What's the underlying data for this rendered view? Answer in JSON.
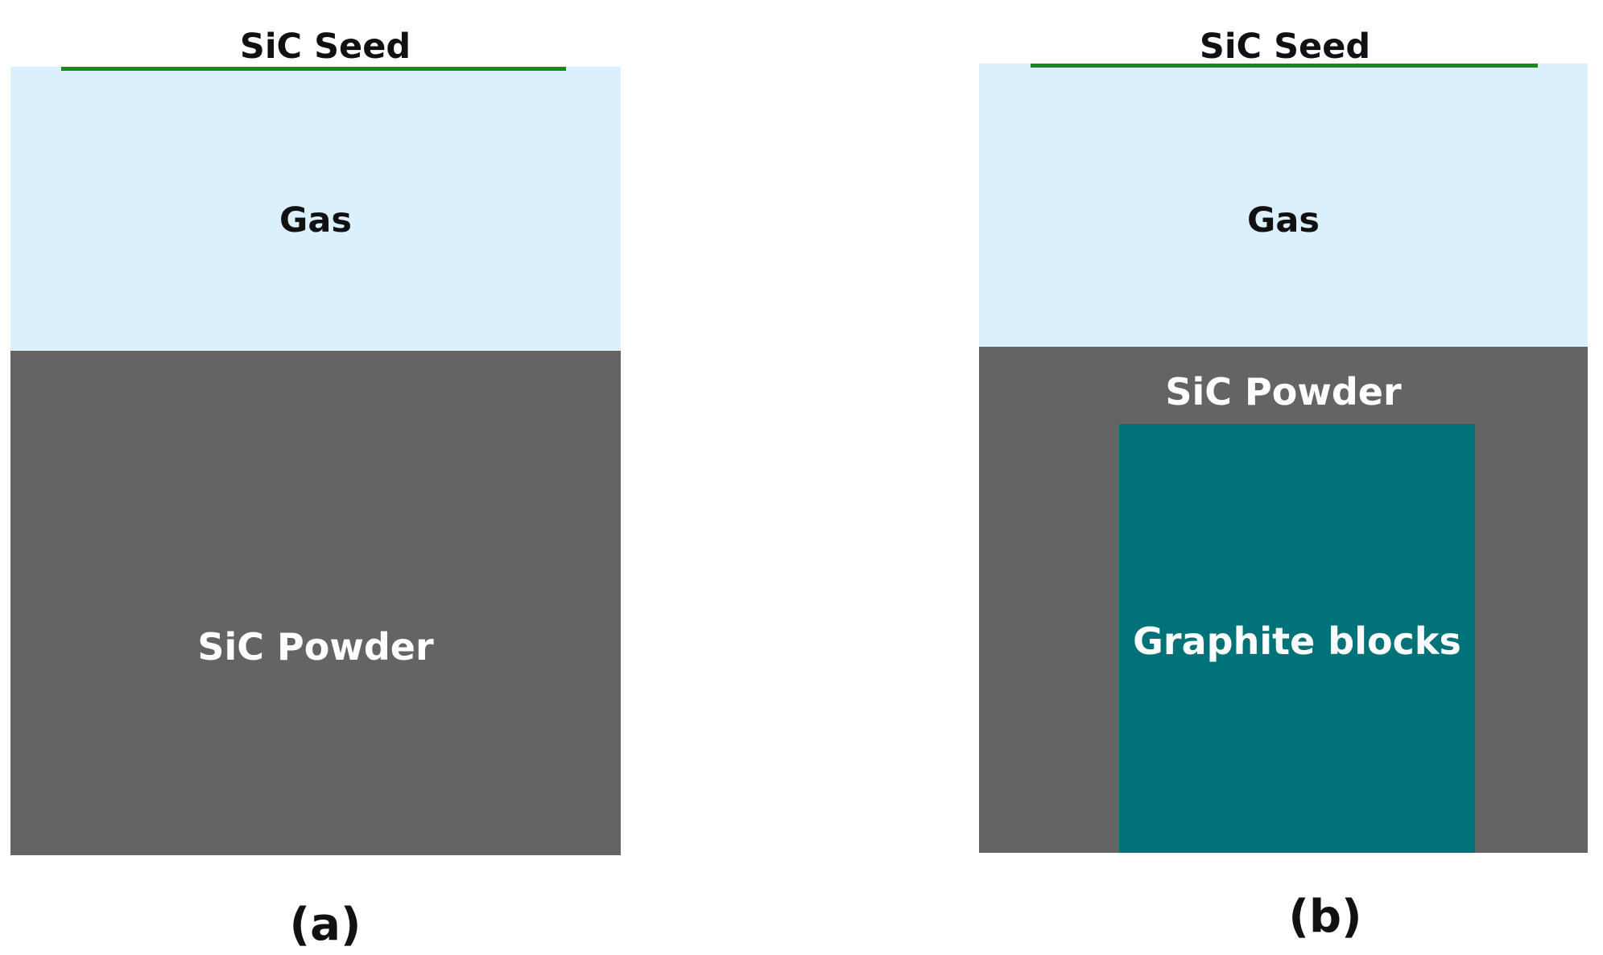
{
  "panels": [
    {
      "seed_label": "SiC Seed",
      "gas_label": "Gas",
      "powder_label": "SiC Powder",
      "caption": "(a)"
    },
    {
      "seed_label": "SiC Seed",
      "gas_label": "Gas",
      "powder_label": "SiC Powder",
      "graphite_label": "Graphite blocks",
      "caption": "(b)"
    }
  ],
  "colors": {
    "seed": "#148c1c",
    "gas": "#daf0fd",
    "powder": "#646464",
    "graphite": "#007278"
  }
}
